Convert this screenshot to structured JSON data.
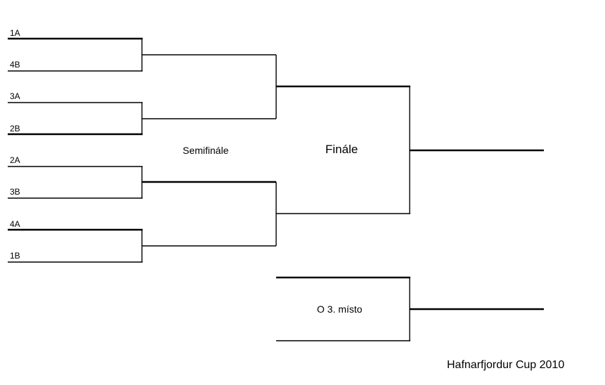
{
  "title": "Hafnarfjordur Cup 2010",
  "rounds": {
    "semifinal": "Semifinále",
    "final": "Finále",
    "third_place": "O 3. místo"
  },
  "teams": [
    "1A",
    "4B",
    "3A",
    "2B",
    "2A",
    "3B",
    "4A",
    "1B"
  ]
}
